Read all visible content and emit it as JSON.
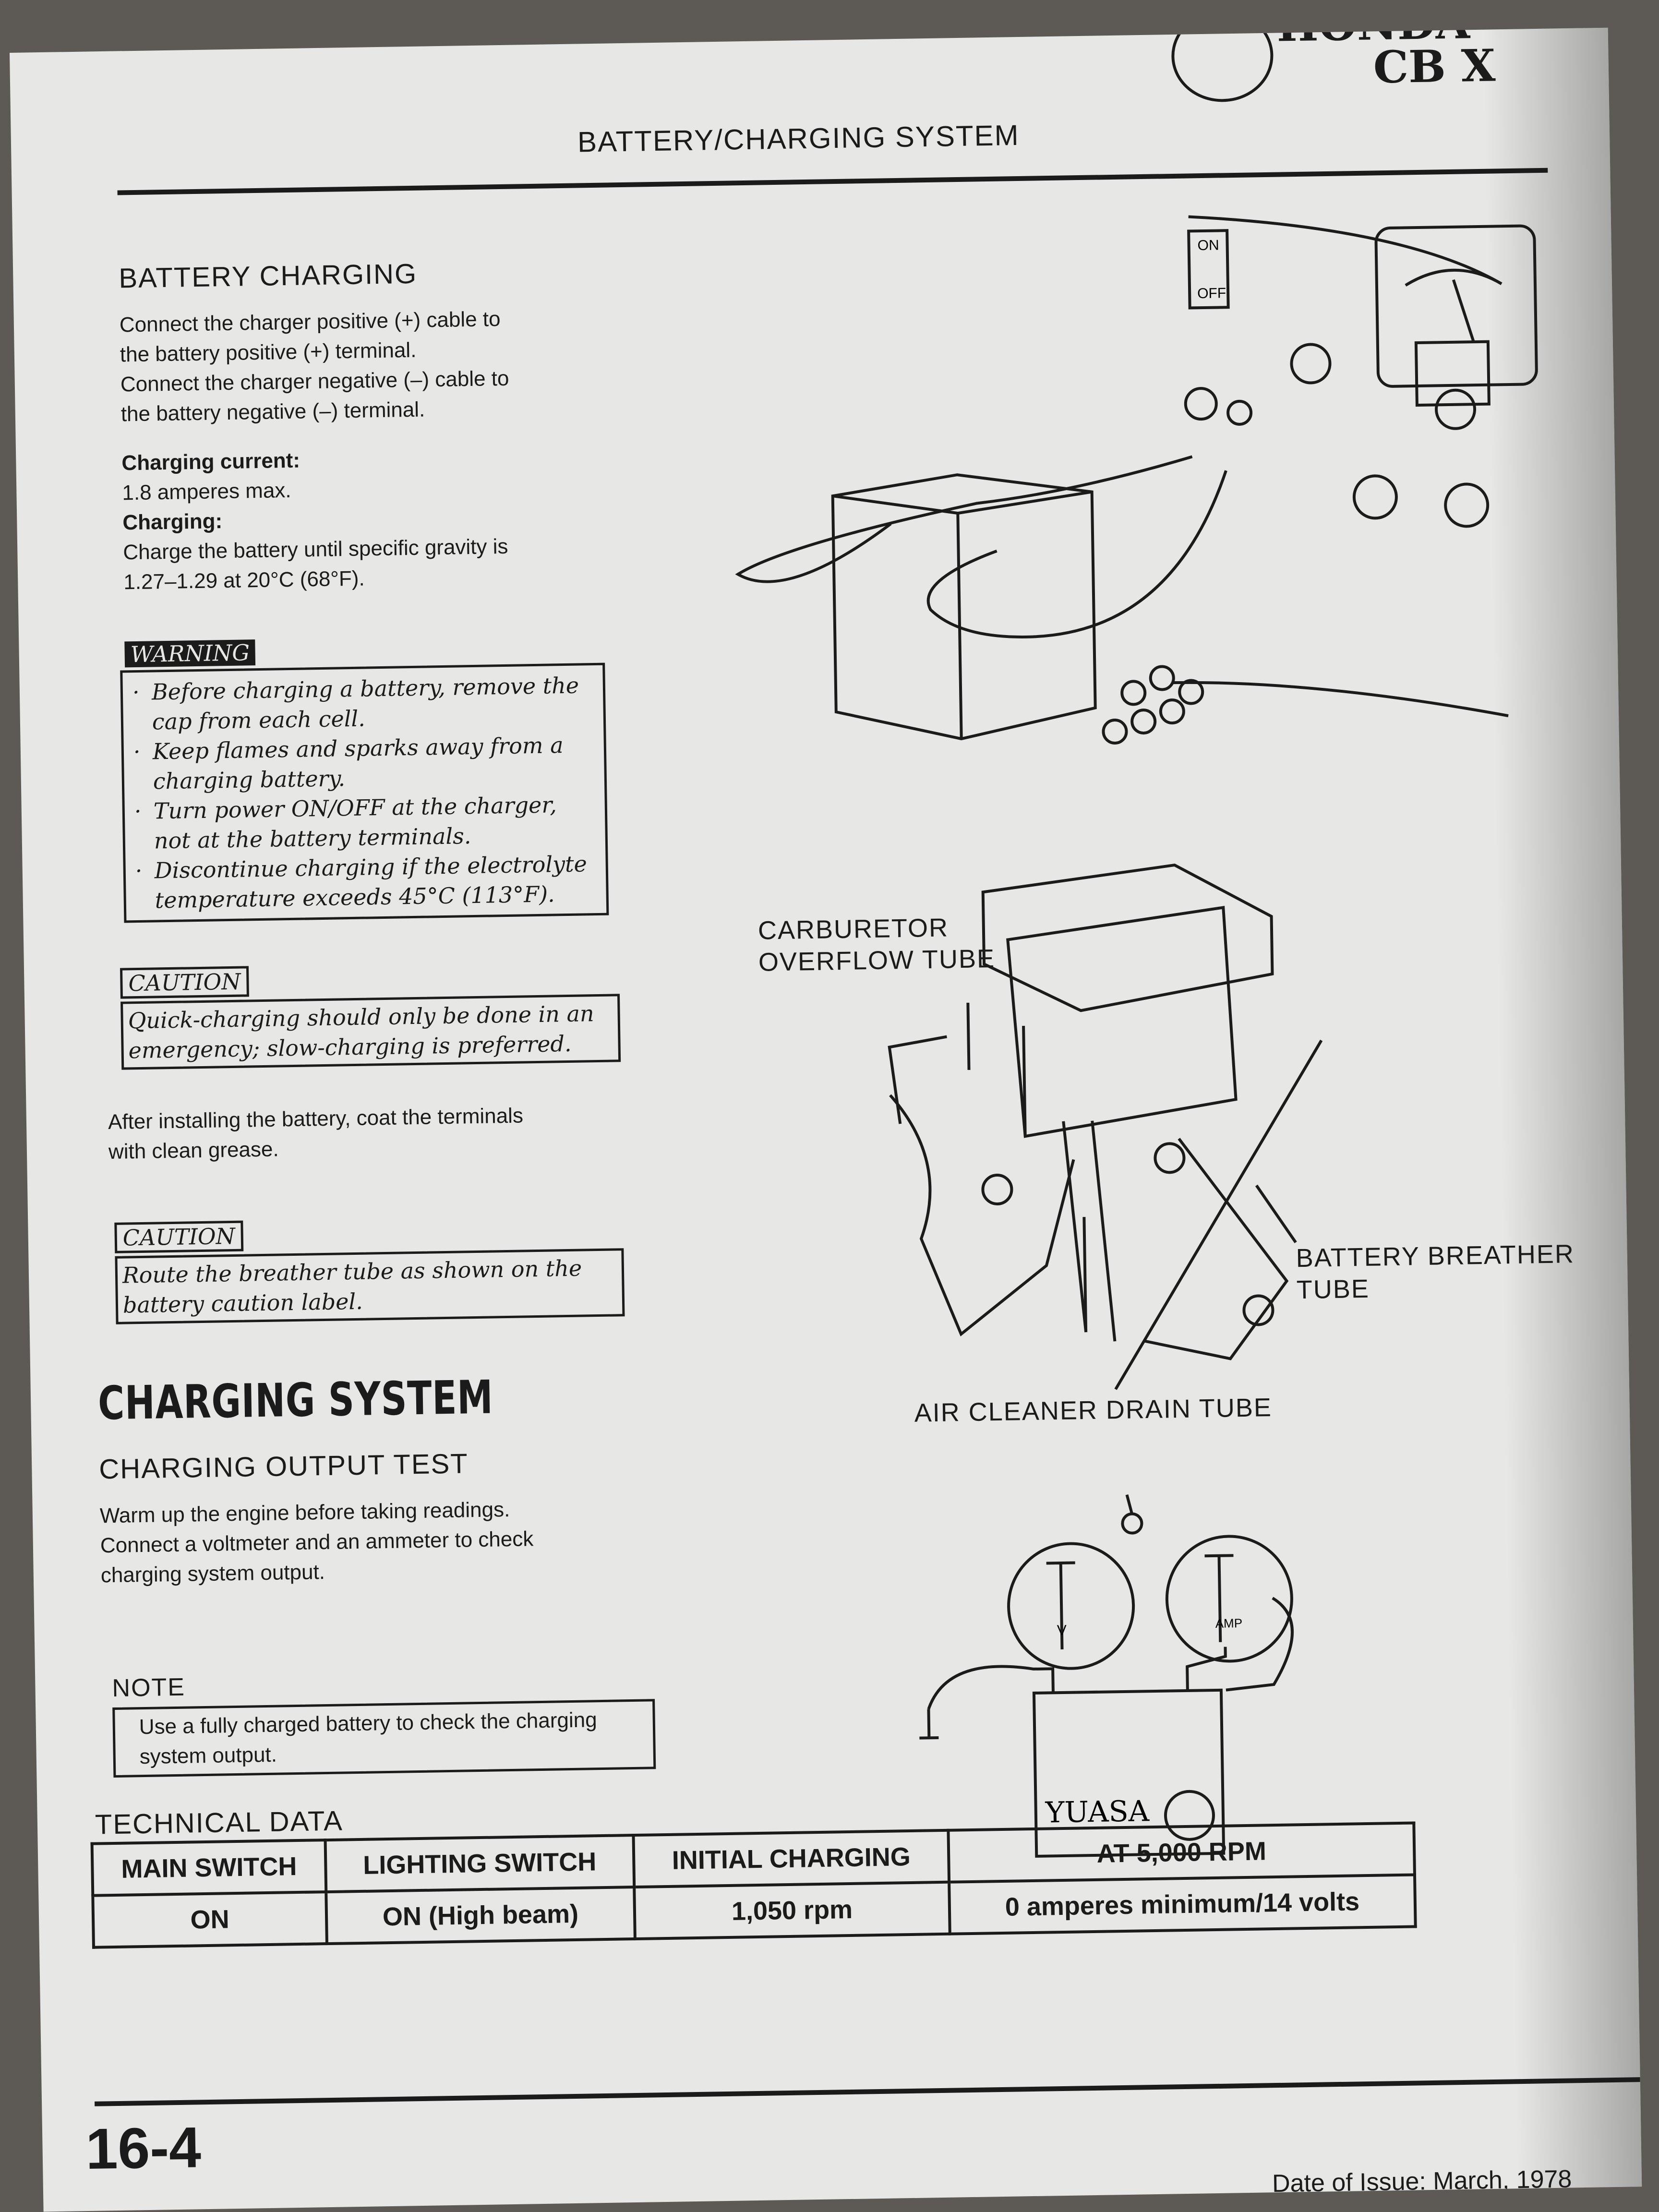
{
  "header": {
    "brand": "HONDA",
    "model": "CB X",
    "section": "BATTERY/CHARGING SYSTEM"
  },
  "battery_charging": {
    "title": "BATTERY CHARGING",
    "line1": "Connect the charger positive (+) cable to",
    "line2": "the battery positive (+) terminal.",
    "line3": "Connect the charger negative (–) cable to",
    "line4": "the battery negative (–) terminal.",
    "current_label": "Charging current:",
    "current_value": "1.8 amperes max.",
    "charging_label": "Charging:",
    "charging_line1": "Charge the battery until specific gravity is",
    "charging_line2": "1.27–1.29 at 20°C (68°F)."
  },
  "warning": {
    "tag": "WARNING",
    "items": [
      "Before charging a battery, remove the cap from each cell.",
      "Keep flames and sparks away from a charging battery.",
      "Turn power ON/OFF at the charger, not at the battery terminals.",
      "Discontinue charging if the electrolyte temperature exceeds 45°C (113°F)."
    ]
  },
  "caution1": {
    "tag": "CAUTION",
    "text": "Quick-charging should only be done in an emergency; slow-charging is preferred."
  },
  "after_install": {
    "line1": "After installing the battery, coat the terminals",
    "line2": "with clean grease."
  },
  "caution2": {
    "tag": "CAUTION",
    "text": "Route the breather tube as shown on the battery caution label."
  },
  "charging_system": {
    "title": "CHARGING SYSTEM",
    "subtitle": "CHARGING OUTPUT TEST",
    "line1": "Warm up the engine before taking readings.",
    "line2": "Connect a voltmeter and an ammeter to check",
    "line3": "charging system output."
  },
  "note": {
    "label": "NOTE",
    "text": "Use a fully charged battery to check the charging system output."
  },
  "technical": {
    "title": "TECHNICAL DATA",
    "headers": [
      "MAIN SWITCH",
      "LIGHTING SWITCH",
      "INITIAL CHARGING",
      "AT 5,000 RPM"
    ],
    "values": [
      "ON",
      "ON (High beam)",
      "1,050 rpm",
      "0 amperes minimum/14 volts"
    ]
  },
  "figure_labels": {
    "carb1": "CARBURETOR",
    "carb2": "OVERFLOW TUBE",
    "breather1": "BATTERY BREATHER",
    "breather2": "TUBE",
    "drain": "AIR CLEANER DRAIN TUBE",
    "charger_on": "ON",
    "charger_off": "OFF",
    "meter_v": "V",
    "meter_amp": "AMP",
    "battery_brand": "YUASA"
  },
  "footer": {
    "page_number": "16-4",
    "date": "Date of Issue: March, 1978"
  }
}
